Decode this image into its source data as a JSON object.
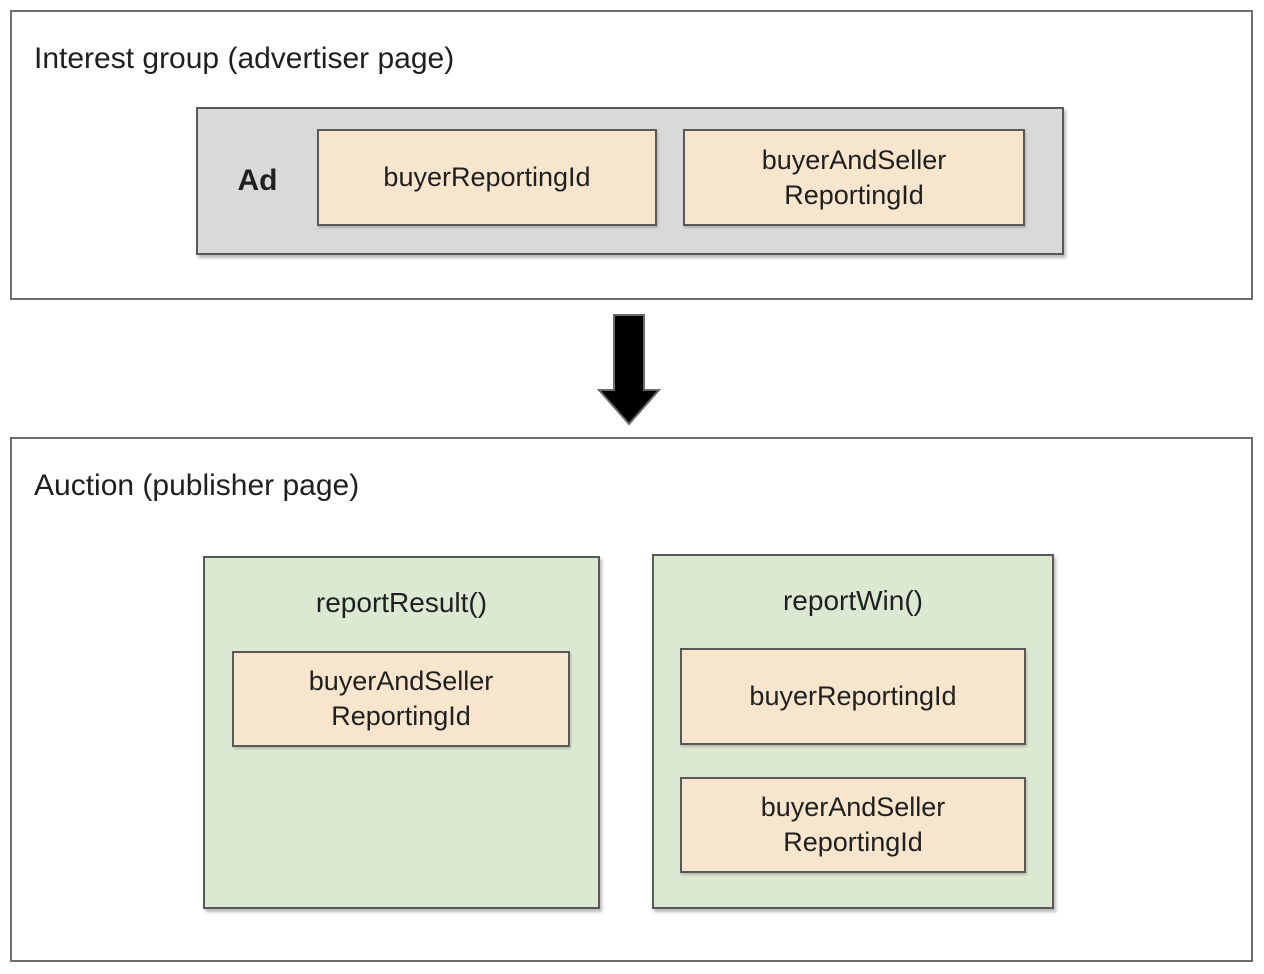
{
  "colors": {
    "panel-border": "#6e6e6e",
    "box-border": "#595959",
    "ad-fill": "#d9d9d9",
    "chip-fill": "#f8e5cd",
    "function-fill": "#dbe8d2",
    "arrow-fill": "#000000",
    "text": "#1f1f1f"
  },
  "interest_group": {
    "title": "Interest group (advertiser page)",
    "ad": {
      "label": "Ad",
      "chips": [
        {
          "label": "buyerReportingId"
        },
        {
          "label": "buyerAndSeller\nReportingId"
        }
      ]
    }
  },
  "auction": {
    "title": "Auction (publisher page)",
    "functions": [
      {
        "name": "reportResult()",
        "chips": [
          {
            "label": "buyerAndSeller\nReportingId"
          }
        ]
      },
      {
        "name": "reportWin()",
        "chips": [
          {
            "label": "buyerReportingId"
          },
          {
            "label": "buyerAndSeller\nReportingId"
          }
        ]
      }
    ]
  }
}
